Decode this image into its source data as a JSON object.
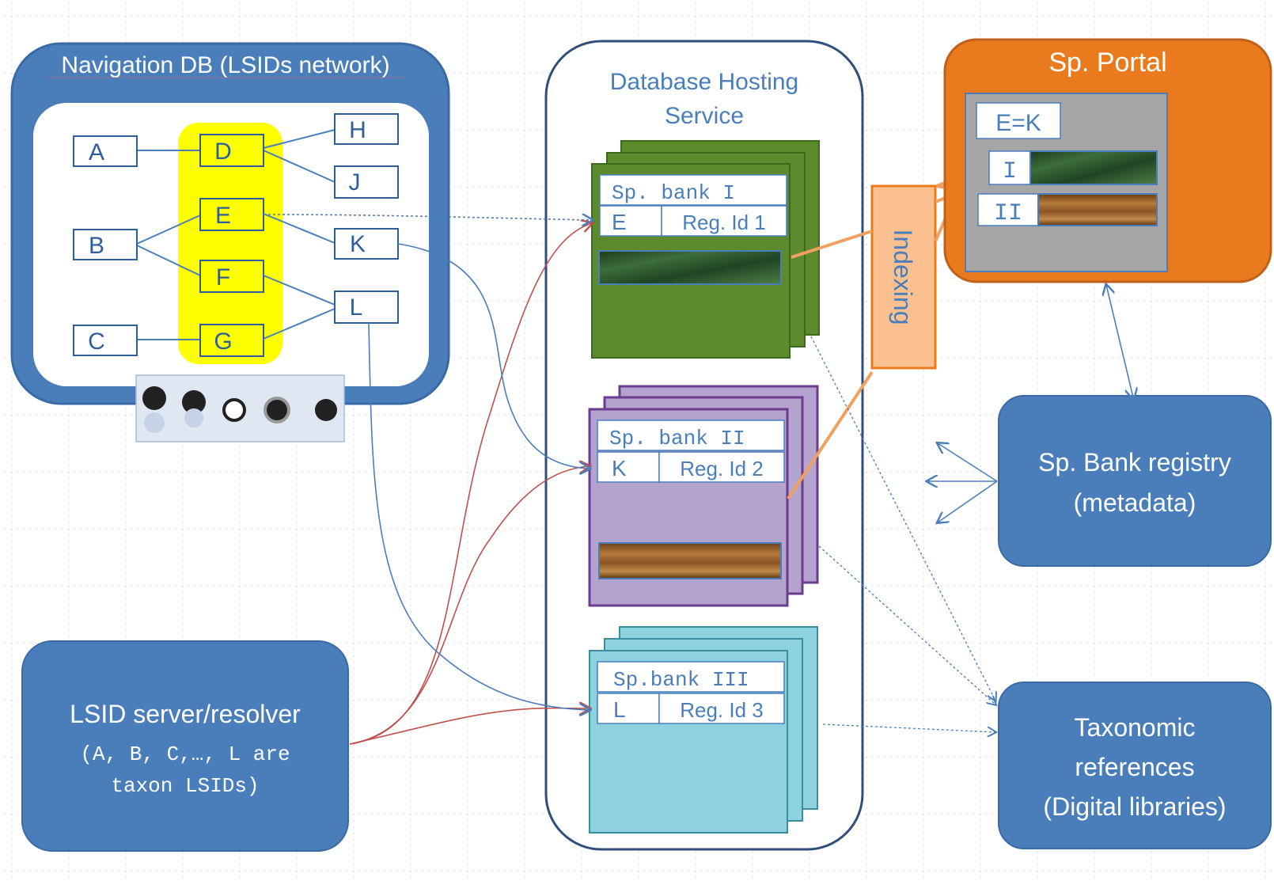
{
  "navigation_db": {
    "title": "Navigation DB (LSIDs network)",
    "nodes": {
      "A": "A",
      "B": "B",
      "C": "C",
      "D": "D",
      "E": "E",
      "F": "F",
      "G": "G",
      "H": "H",
      "J": "J",
      "K": "K",
      "L": "L"
    }
  },
  "hosting_service": {
    "title_line1": "Database Hosting",
    "title_line2": "Service",
    "bank1": {
      "name": "Sp. bank I",
      "id": "E",
      "reg": "Reg. Id 1"
    },
    "bank2": {
      "name": "Sp. bank II",
      "id": "K",
      "reg": "Reg. Id 2"
    },
    "bank3": {
      "name": "Sp.bank III",
      "id": "L",
      "reg": "Reg. Id 3"
    }
  },
  "indexing": {
    "label": "Indexing"
  },
  "portal": {
    "title": "Sp. Portal",
    "eq": "E=K",
    "row1": "I",
    "row2": "II"
  },
  "registry": {
    "line1": "Sp. Bank registry",
    "line2": "(metadata)"
  },
  "taxonomic": {
    "line1": "Taxonomic",
    "line2": "references",
    "line3": "(Digital libraries)"
  },
  "lsid_server": {
    "line1": "LSID server/resolver",
    "line2": "(A, B, C,…, L are",
    "line3": "taxon LSIDs)"
  },
  "colors": {
    "blue": "#4a7ebb",
    "blue_dark": "#2f5f9a",
    "green": "#5e8a2e",
    "purple": "#b4a2cf",
    "cyan": "#8fd2df",
    "orange": "#e97b1e",
    "yellow": "#ffff00",
    "red_line": "#c0504d"
  }
}
